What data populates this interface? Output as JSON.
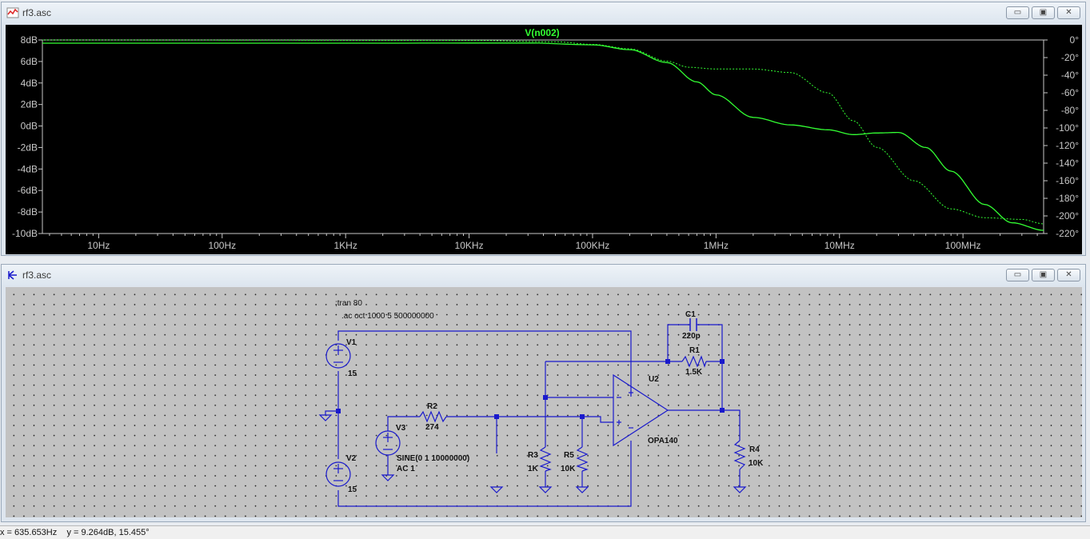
{
  "plot_window": {
    "title": "rf3.asc",
    "trace_label": "V(n002)",
    "colors": {
      "background": "#000000",
      "trace": "#33ff33",
      "axis": "#c8c8c8"
    }
  },
  "chart_data": {
    "type": "line",
    "title": "V(n002)",
    "x_scale": "log",
    "x_ticks": [
      "10Hz",
      "100Hz",
      "1KHz",
      "10KHz",
      "100KHz",
      "1MHz",
      "10MHz",
      "100MHz"
    ],
    "y_ticks_left": [
      "8dB",
      "6dB",
      "4dB",
      "2dB",
      "0dB",
      "-2dB",
      "-4dB",
      "-6dB",
      "-8dB",
      "-10dB"
    ],
    "y_ticks_right": [
      "0°",
      "-20°",
      "-40°",
      "-60°",
      "-80°",
      "-100°",
      "-120°",
      "-140°",
      "-160°",
      "-180°",
      "-200°",
      "-220°"
    ],
    "ylim_left": [
      -10,
      8
    ],
    "ylim_right": [
      -220,
      0
    ],
    "xlim": [
      3.5,
      450000000
    ],
    "series": [
      {
        "style": "solid",
        "axis": "left",
        "x": [
          3.5,
          1000,
          30000,
          100000,
          200000,
          400000,
          700000,
          1000000,
          2000000,
          4000000,
          8000000,
          13000000,
          20000000,
          30000000,
          50000000,
          80000000,
          150000000,
          250000000,
          450000000
        ],
        "values": [
          7.7,
          7.7,
          7.72,
          7.55,
          7.1,
          5.9,
          4.1,
          2.9,
          0.8,
          0.1,
          -0.35,
          -0.8,
          -0.65,
          -0.6,
          -2.0,
          -4.2,
          -7.3,
          -9.0,
          -9.7
        ]
      },
      {
        "style": "dotted",
        "axis": "right",
        "x": [
          3.5,
          10000,
          50000,
          100000,
          200000,
          400000,
          600000,
          1000000,
          2000000,
          4000000,
          8000000,
          13000000,
          20000000,
          40000000,
          80000000,
          150000000,
          300000000,
          450000000
        ],
        "values": [
          0,
          -0.5,
          -2,
          -5,
          -10,
          -24,
          -31,
          -33,
          -33,
          -37,
          -60,
          -92,
          -122,
          -160,
          -192,
          -202,
          -204,
          -209
        ]
      }
    ]
  },
  "schematic_window": {
    "title": "rf3.asc",
    "directives": [
      ";tran 80",
      ".ac oct 1000 5 500000000"
    ],
    "components": {
      "V1": {
        "name": "V1",
        "value": "15"
      },
      "V2": {
        "name": "V2",
        "value": "15"
      },
      "V3": {
        "name": "V3",
        "value": "SINE(0 1 10000000)",
        "value2": "AC 1"
      },
      "R1": {
        "name": "R1",
        "value": "1.5K"
      },
      "R2": {
        "name": "R2",
        "value": "274"
      },
      "R3": {
        "name": "R3",
        "value": "1K"
      },
      "R4": {
        "name": "R4",
        "value": "10K"
      },
      "R5": {
        "name": "R5",
        "value": "10K"
      },
      "C1": {
        "name": "C1",
        "value": "220p"
      },
      "U2": {
        "name": "U2",
        "value": "OPA140"
      }
    },
    "colors": {
      "background": "#c2c2c2",
      "wire": "#1a1acc",
      "text": "#111111"
    }
  },
  "window_buttons": {
    "minimize": "▭",
    "maximize": "▣",
    "close": "✕"
  },
  "status": {
    "text": "x = 635.653Hz    y = 9.264dB, 15.455°"
  }
}
